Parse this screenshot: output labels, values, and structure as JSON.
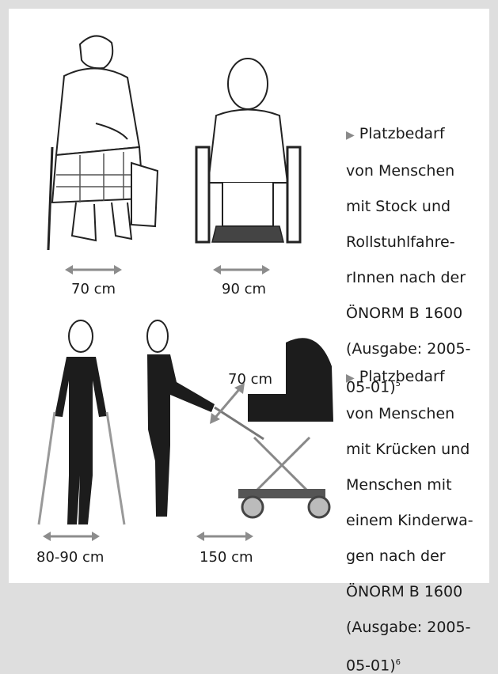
{
  "top_section": {
    "measures": [
      "70 cm",
      "90 cm"
    ],
    "caption": {
      "lines": [
        "Platzbedarf",
        "von Menschen",
        "mit Stock und",
        "Rollstuhlfahre-",
        "rInnen nach der",
        "ÖNORM B 1600",
        "(Ausgabe: 2005-"
      ],
      "last_line": "05-01)",
      "footnote": "5"
    }
  },
  "bottom_section": {
    "measures": [
      "70 cm",
      "80-90 cm",
      "150 cm"
    ],
    "caption": {
      "lines": [
        "Platzbedarf",
        "von Menschen",
        "mit Krücken und",
        "Menschen mit",
        "einem Kinderwa-",
        "gen nach der",
        "ÖNORM B 1600",
        "(Ausgabe: 2005-"
      ],
      "last_line": "05-01)",
      "footnote": "6"
    }
  },
  "icons": [
    "triangle-bullet-icon",
    "double-arrow-icon"
  ],
  "colors": {
    "frame": "#dedede",
    "arrow": "#8c8c8c",
    "figure_dark": "#1c1c1c"
  }
}
